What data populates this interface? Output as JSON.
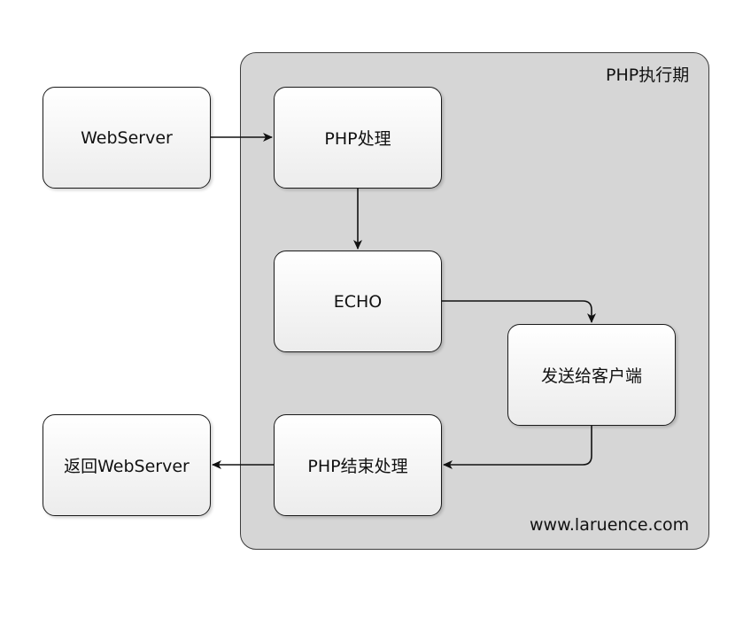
{
  "container": {
    "title": "PHP执行期",
    "footer": "www.laruence.com"
  },
  "nodes": {
    "webserver": "WebServer",
    "php_process": "PHP处理",
    "echo": "ECHO",
    "send_client": "发送给客户端",
    "php_end": "PHP结束处理",
    "return_webserver": "返回WebServer"
  },
  "edges": [
    {
      "from": "webserver",
      "to": "php_process"
    },
    {
      "from": "php_process",
      "to": "echo"
    },
    {
      "from": "echo",
      "to": "send_client"
    },
    {
      "from": "send_client",
      "to": "php_end"
    },
    {
      "from": "php_end",
      "to": "return_webserver"
    }
  ]
}
